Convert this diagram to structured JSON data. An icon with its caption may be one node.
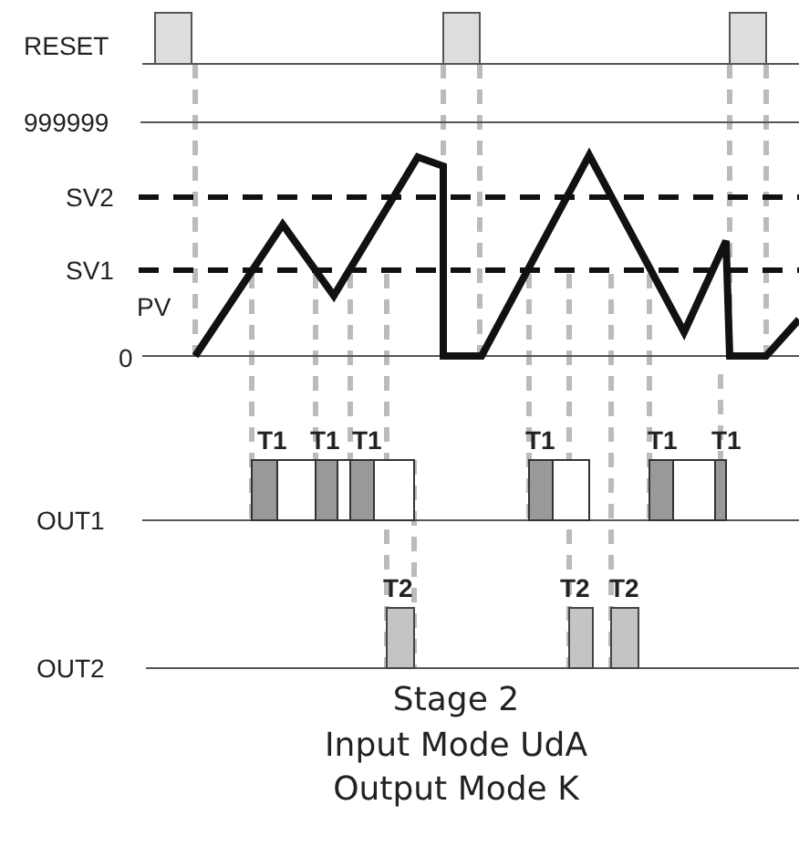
{
  "diagram": {
    "labels": [
      "RESET",
      "999999",
      "SV2",
      "SV1",
      "PV",
      "0",
      "T1",
      "T1",
      "T1",
      "T1",
      "T1",
      "T1",
      "OUT1",
      "T2",
      "T2",
      "T2",
      "OUT2",
      "Stage 2",
      "Input Mode UdA",
      "Output Mode K"
    ]
  }
}
